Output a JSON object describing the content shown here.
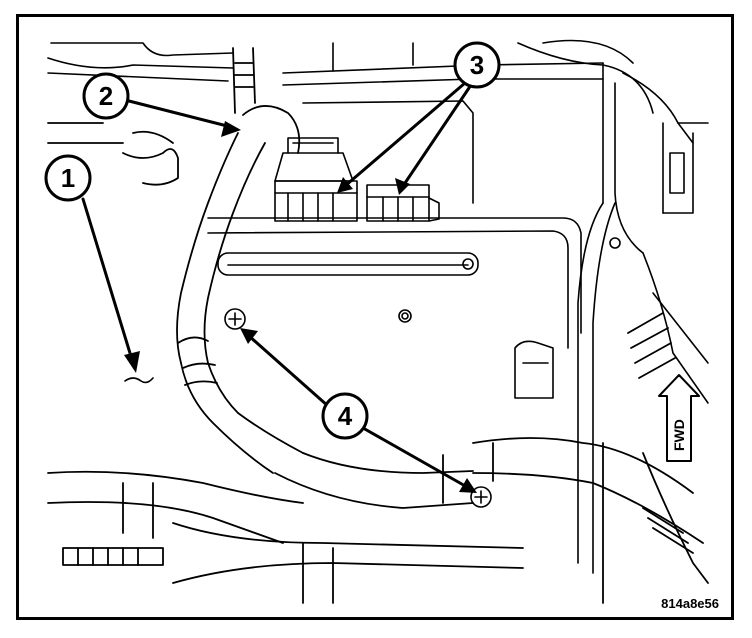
{
  "figure": {
    "id_label": "814a8e56",
    "fwd_label": "FWD"
  },
  "callouts": [
    {
      "label": "1"
    },
    {
      "label": "2"
    },
    {
      "label": "3"
    },
    {
      "label": "4"
    }
  ],
  "colors": {
    "line": "#000000",
    "background": "#ffffff"
  }
}
